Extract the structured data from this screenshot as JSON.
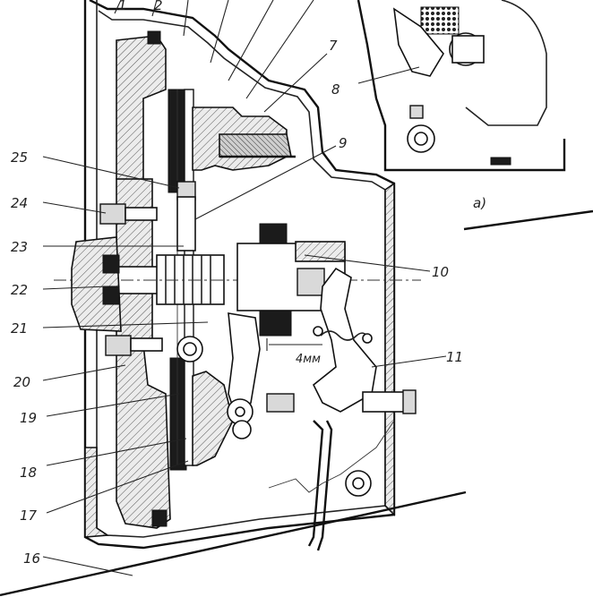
{
  "callouts": {
    "n1": "1",
    "n2": "2",
    "n7": "7",
    "n8": "8",
    "n9": "9",
    "n10": "10",
    "n11": "11",
    "n16": "16",
    "n17": "17",
    "n18": "18",
    "n19": "19",
    "n20": "20",
    "n21": "21",
    "n22": "22",
    "n23": "23",
    "n24": "24",
    "n25": "25"
  },
  "inset_label": "a)",
  "dimension_label": "4мм"
}
